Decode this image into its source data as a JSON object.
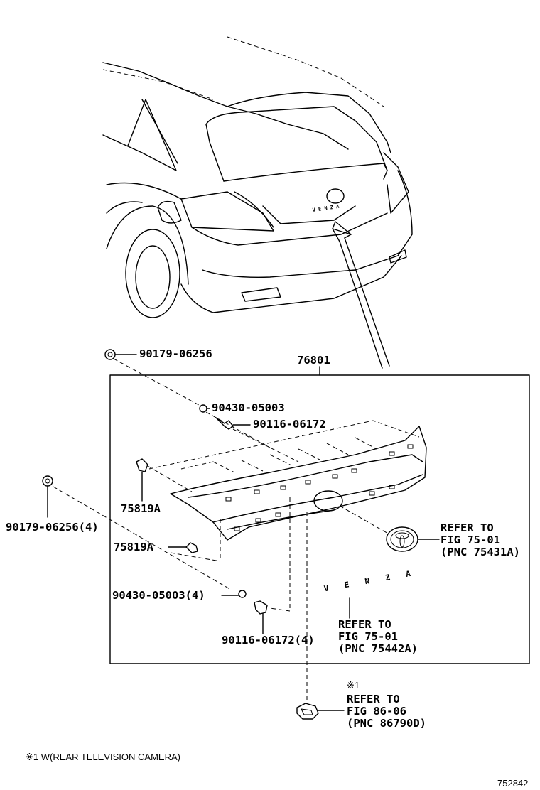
{
  "parts": {
    "p1": "90179-06256",
    "p2": "76801",
    "p3": "90430-05003",
    "p4": "90116-06172",
    "p5": "75819A",
    "p6": "90179-06256(4)",
    "p7": "75819A",
    "p8": "90430-05003(4)",
    "p9": "90116-06172(4)"
  },
  "refs": {
    "emblem": [
      "REFER TO",
      "FIG 75-01",
      "(PNC 75431A)"
    ],
    "name_plate": [
      "REFER TO",
      "FIG 75-01",
      "(PNC 75442A)"
    ],
    "camera": [
      "REFER TO",
      "FIG 86-06",
      "(PNC 86790D)"
    ]
  },
  "camera_mark": "※1",
  "footnote": "※1 W(REAR TELEVISION CAMERA)",
  "figure_number": "752842",
  "emblem_letters": "V E N Z A"
}
